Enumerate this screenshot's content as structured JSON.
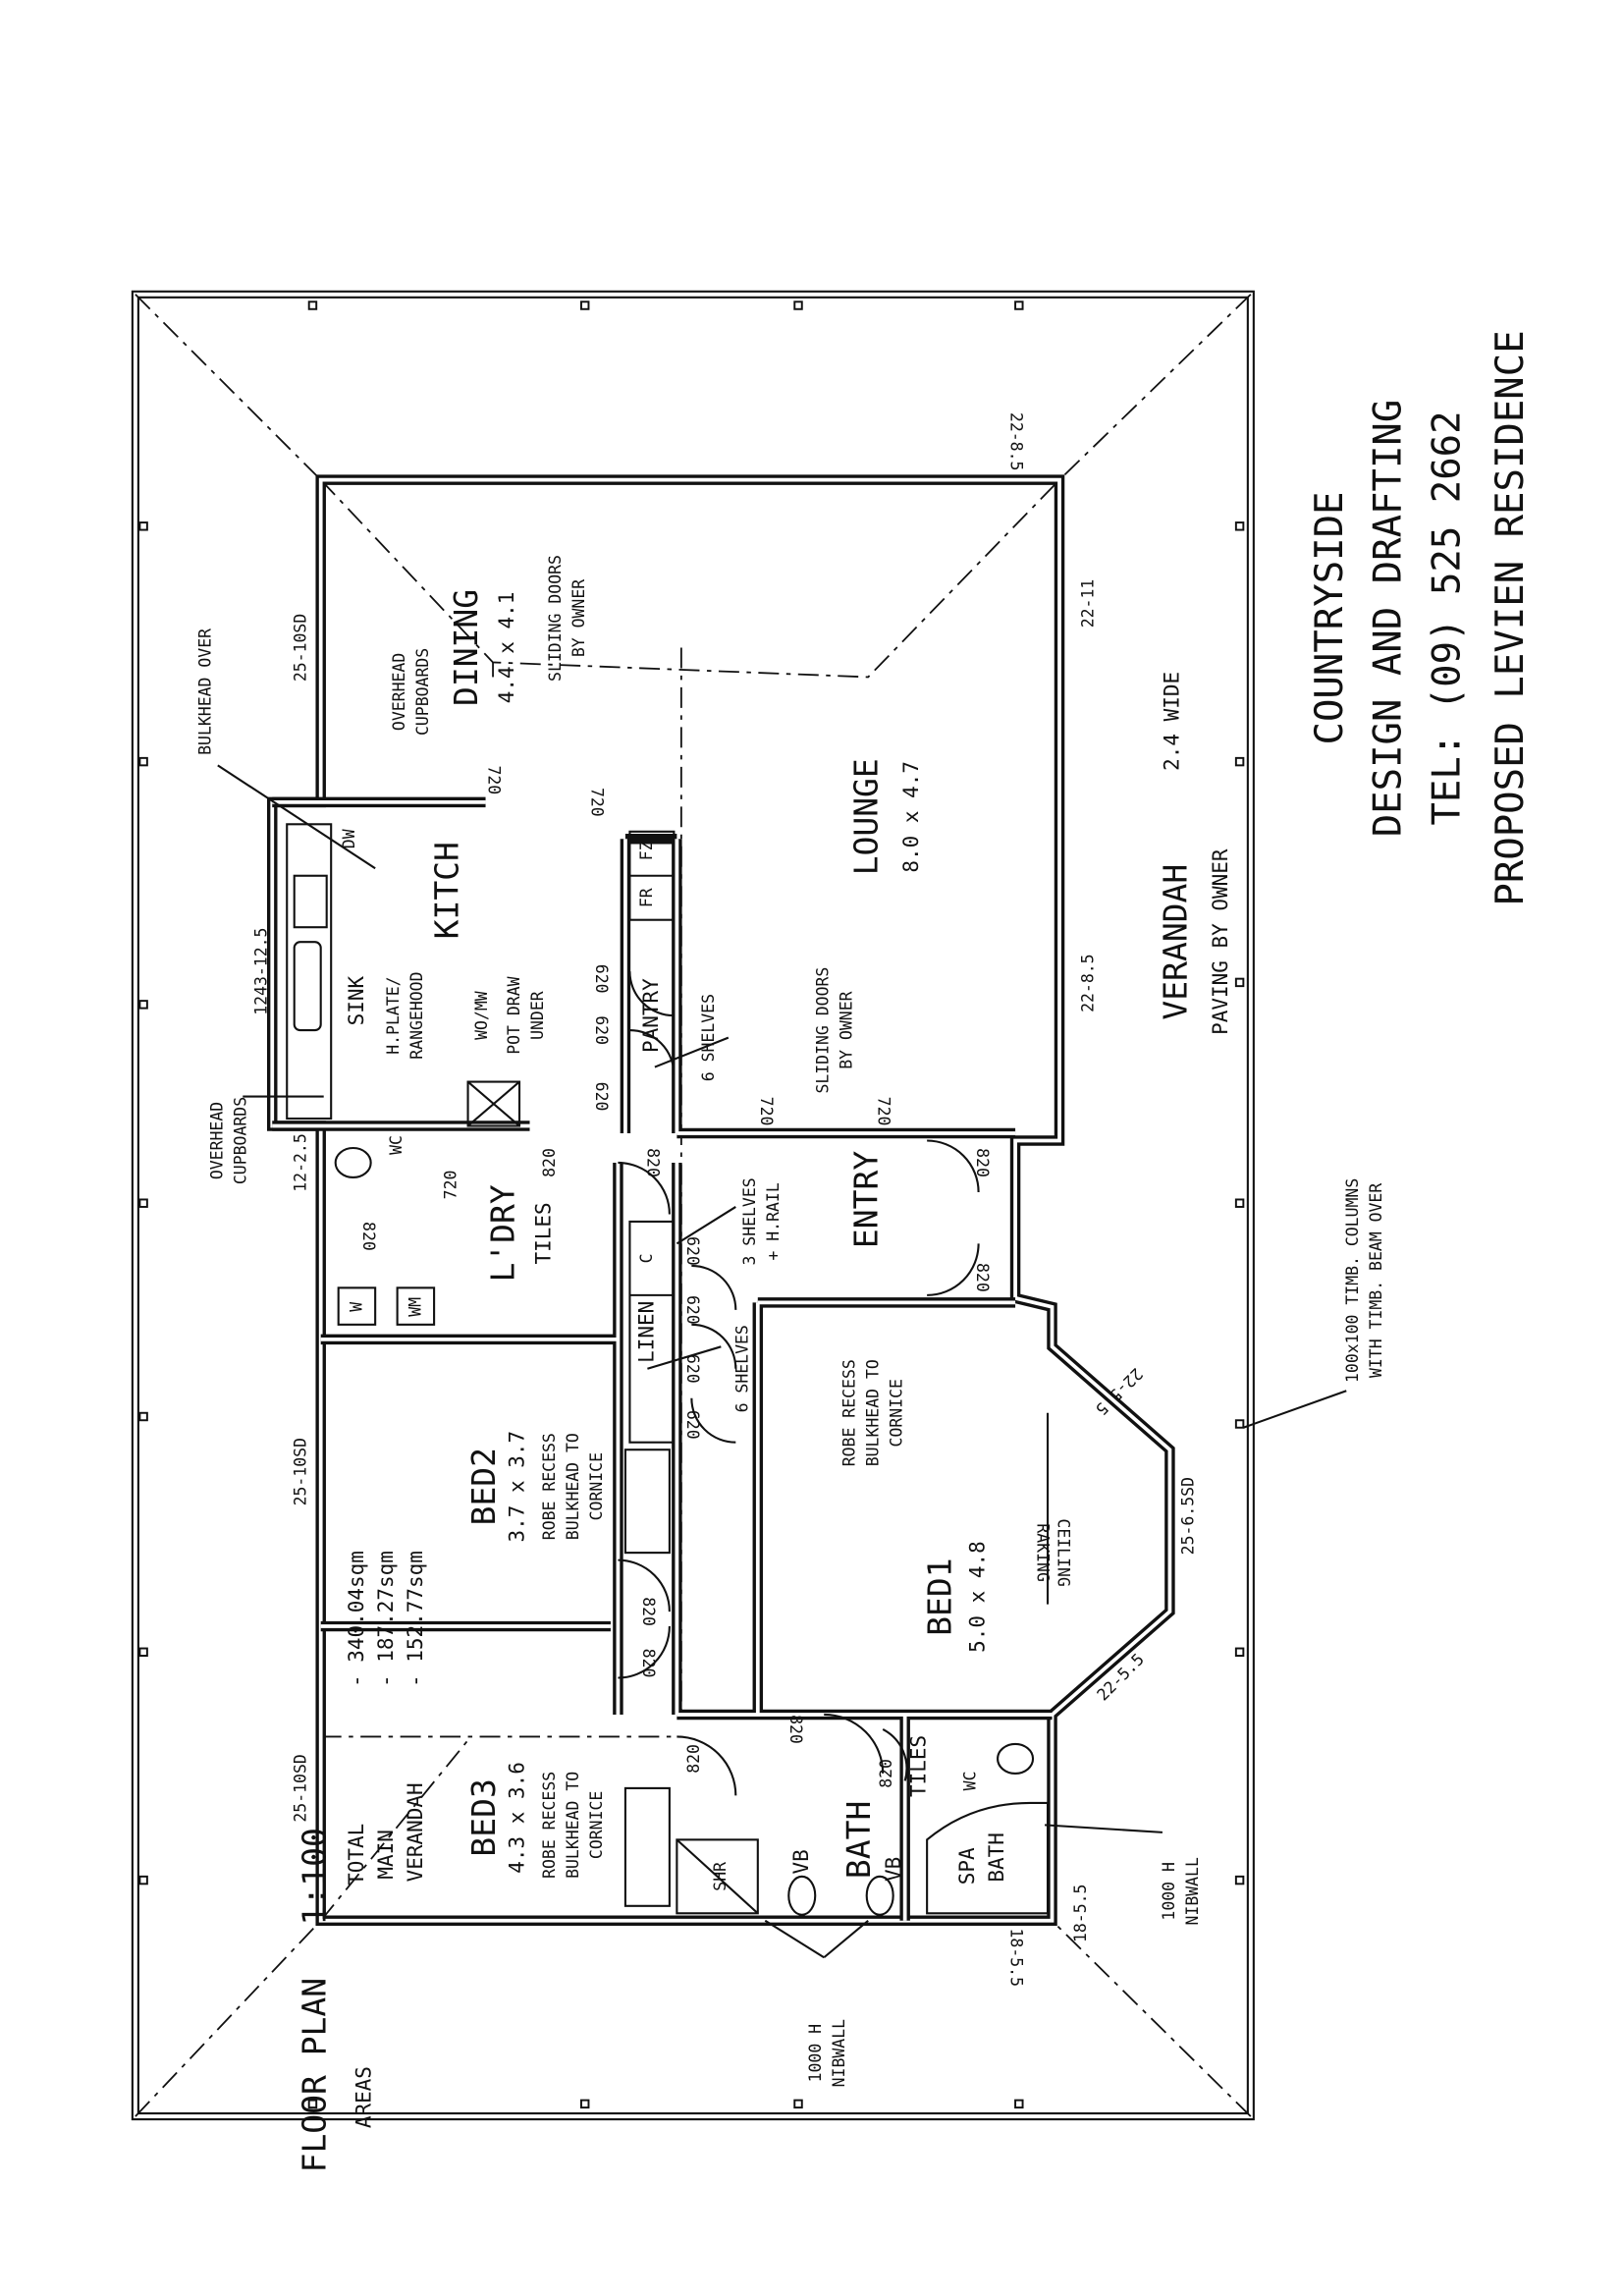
{
  "title_block": {
    "company": "COUNTRYSIDE",
    "company2": "DESIGN AND DRAFTING",
    "phone": "TEL: (09) 525 2662",
    "project": "PROPOSED LEVIEN RESIDENCE"
  },
  "plan": {
    "title": "FLOOR PLAN",
    "scale": "1:100",
    "areas_label": "AREAS",
    "areas": [
      {
        "name": "TOTAL",
        "value": "- 340.04sqm"
      },
      {
        "name": "MAIN",
        "value": "- 187.27sqm"
      },
      {
        "name": "VERANDAH",
        "value": "- 152.77sqm"
      }
    ]
  },
  "rooms": {
    "dining": {
      "name": "DINING",
      "size": "4.4 x 4.1"
    },
    "lounge": {
      "name": "LOUNGE",
      "size": "8.0 x 4.7"
    },
    "kitchen": {
      "name": "KITCH"
    },
    "laundry": {
      "name": "L'DRY",
      "floor": "TILES"
    },
    "entry": {
      "name": "ENTRY"
    },
    "bed1": {
      "name": "BED1",
      "size": "5.0 x 4.8"
    },
    "bed2": {
      "name": "BED2",
      "size": "3.7 x 3.7"
    },
    "bed3": {
      "name": "BED3",
      "size": "4.3 x 3.6"
    },
    "bath": {
      "name": "BATH",
      "floor": "TILES"
    },
    "verandah": {
      "name": "VERANDAH",
      "width": "2.4 WIDE",
      "paving": "PAVING BY OWNER"
    },
    "pantry": "PANTRY",
    "linen": "LINEN"
  },
  "notes": {
    "bulkhead_over": "BULKHEAD OVER",
    "overhead_1": "OVERHEAD",
    "overhead_2": "CUPBOARDS",
    "sliding_1": "SLIDING DOORS",
    "sliding_2": "BY OWNER",
    "sink": "SINK",
    "dw": "DW",
    "hplate_1": "H.PLATE/",
    "hplate_2": "RANGEHOOD",
    "womw": "WO/MW",
    "pot_1": "POT DRAW",
    "pot_2": "UNDER",
    "fr": "FR",
    "fz": "FZ",
    "six_shelves": "6 SHELVES",
    "three_shelves_1": "3 SHELVES",
    "three_shelves_2": "+ H.RAIL",
    "wc": "WC",
    "w": "W",
    "wm": "WM",
    "c": "C",
    "robe_1": "ROBE RECESS",
    "robe_2": "BULKHEAD TO",
    "robe_3": "CORNICE",
    "raking_1": "RAKING",
    "raking_2": "CEILING",
    "columns_1": "100x100 TIMB. COLUMNS",
    "columns_2": "WITH TIMB. BEAM OVER",
    "nib_1": "1000 H",
    "nib_2": "NIBWALL",
    "vb": "VB",
    "shr": "SHR",
    "spa_1": "SPA",
    "spa_2": "BATH",
    "tiles": "TILES"
  },
  "dimensions": {
    "w25_10sd": "25-10SD",
    "w22_85": "22-8.5",
    "w22_11": "22-11",
    "w1243": "1243-12.5",
    "w12_25": "12-2.5",
    "w22_55": "22-5.5",
    "w25_65sd": "25-6.5SD",
    "w18_55": "18-5.5",
    "d720": "720",
    "d820": "820",
    "d620": "620"
  }
}
